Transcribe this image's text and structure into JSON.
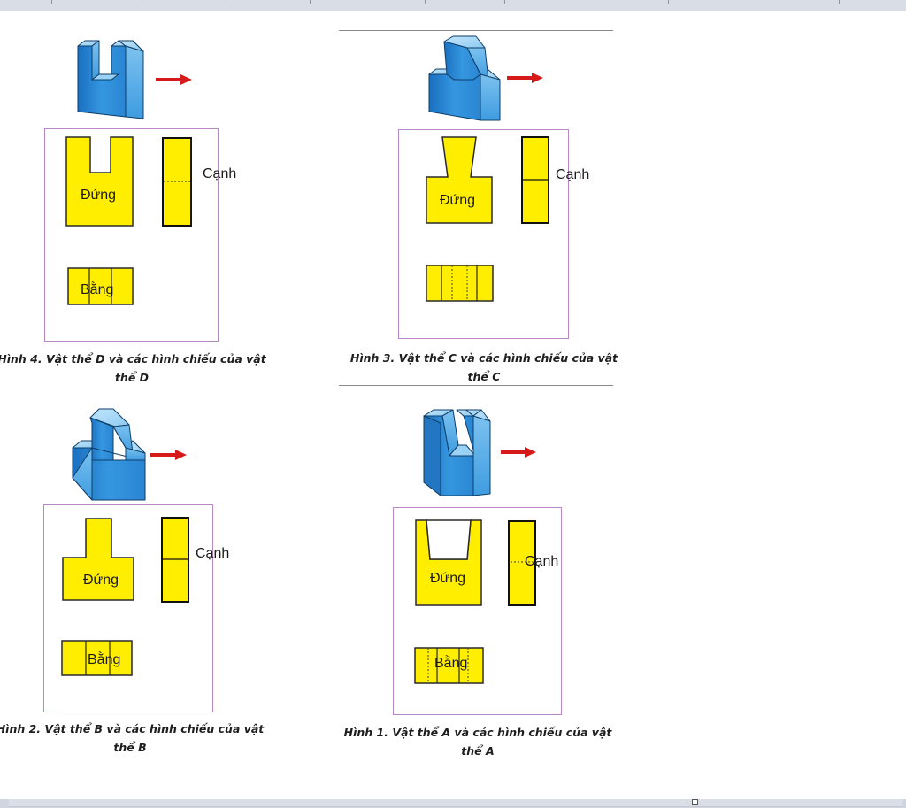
{
  "figures": [
    {
      "id": "D",
      "caption_line1": "Hình 4. Vật thể D và các hình chiếu của vật",
      "caption_line2": "thể D",
      "front_label": "Đứng",
      "side_label": "Cạnh",
      "top_label": "Bằng"
    },
    {
      "id": "C",
      "caption_line1": "Hình 3. Vật thể C và các hình chiếu của vật",
      "caption_line2": "thể C",
      "front_label": "Đứng",
      "side_label": "Cạnh",
      "top_label": ""
    },
    {
      "id": "B",
      "caption_line1": "Hình 2. Vật thể B và các hình chiếu của vật",
      "caption_line2": "thể B",
      "front_label": "Đứng",
      "side_label": "Cạnh",
      "top_label": "Bằng"
    },
    {
      "id": "A",
      "caption_line1": "Hình 1. Vật thể A và các hình chiếu của vật",
      "caption_line2": "thể A",
      "front_label": "Đứng",
      "side_label": "Cạnh",
      "top_label": "Bằng"
    }
  ],
  "colors": {
    "object_blue": "#2f8fd6",
    "projection_yellow": "#ffee00",
    "arrow_red": "#d61a1a",
    "frame_purple": "#b688c4"
  }
}
